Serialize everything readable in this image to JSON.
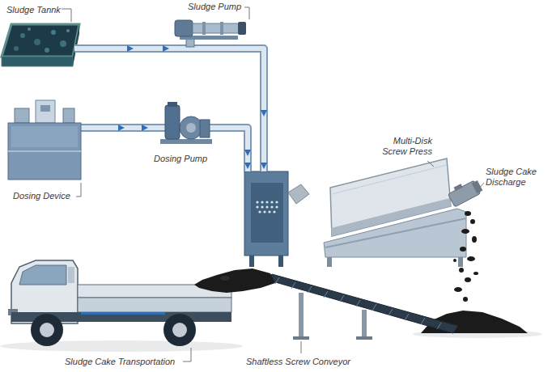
{
  "diagram": {
    "nodes": [
      {
        "text": [
          "Sludge Tannk"
        ]
      },
      {
        "text": [
          "Sludge Pump"
        ]
      },
      {
        "text": [
          "Dosing Device"
        ]
      },
      {
        "text": [
          "Dosing Pump"
        ]
      },
      {
        "text": [
          "Multi-Disk Screw Press"
        ]
      },
      {
        "text": [
          "Sludge Cake Discharge"
        ]
      },
      {
        "text": [
          "Sludge Cake Transportation"
        ]
      },
      {
        "text": [
          "Shaftless Screw Conveyor"
        ]
      }
    ],
    "edges": [
      {
        "from": 0,
        "to": 1,
        "arrow": "to"
      },
      {
        "from": 1,
        "to": 4,
        "arrow": "to"
      },
      {
        "from": 2,
        "to": 3,
        "arrow": "to"
      },
      {
        "from": 3,
        "to": 4,
        "arrow": "to"
      }
    ]
  }
}
